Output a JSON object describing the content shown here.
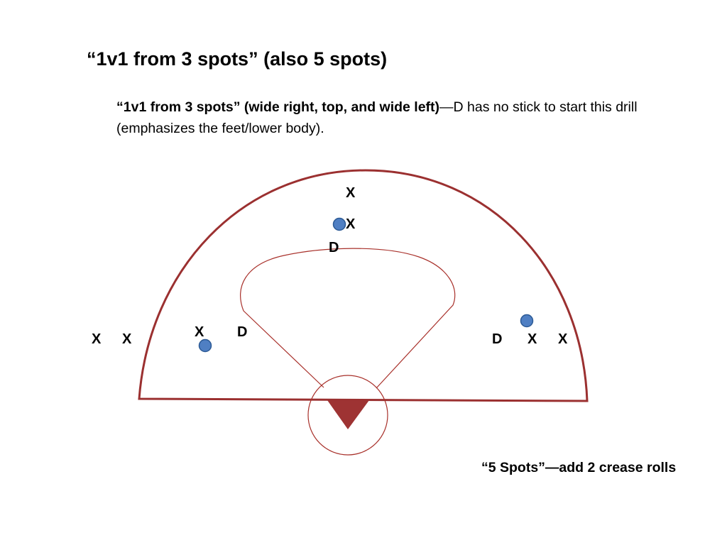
{
  "slide": {
    "title": "“1v1 from 3 spots” (also 5 spots)",
    "subtitle_bold": "“1v1 from 3 spots” (wide right, top, and wide left)",
    "subtitle_rest": "—D has no stick to start this drill (emphasizes the feet/lower body).",
    "footnote": "“5 Spots”—add 2 crease rolls"
  },
  "field": {
    "line_color": "#9b3030",
    "thin_line_color": "#a8302a",
    "goal_color": "#9e3333",
    "ball_color": "#4f7fc3",
    "ball_stroke": "#2c5a95"
  },
  "markers": {
    "top_x_outer": "X",
    "top_x_inner": "X",
    "top_d": "D",
    "left_x_far": "X",
    "left_x_near": "X",
    "left_x_inner": "X",
    "left_d": "D",
    "right_d": "D",
    "right_x_inner": "X",
    "right_x_outer": "X"
  }
}
